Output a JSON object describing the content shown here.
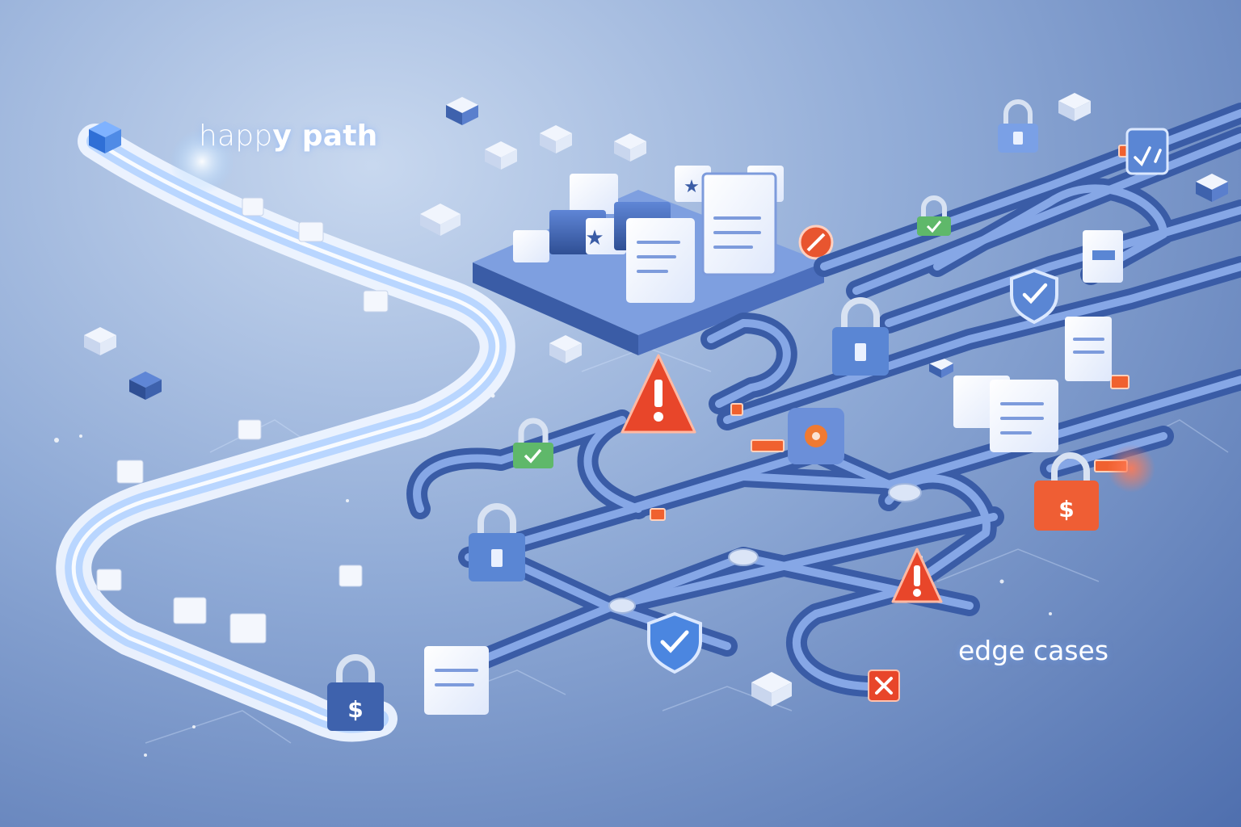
{
  "labels": {
    "happy_light": "happ",
    "happy_bold": "y path",
    "edge": "edge cases"
  },
  "colors": {
    "background_top": "#c8d8ef",
    "background_bottom": "#4f6fae",
    "track_blue": "#4a6fb8",
    "track_light": "#eef4ff",
    "happy_glow": "#9fd0ff",
    "lock_green": "#5fb86a",
    "lock_blue": "#5a86d4",
    "lock_orange": "#ef5e34",
    "warning_red": "#e8462a",
    "card_white": "#f3f7ff"
  },
  "icons": {
    "lock": "padlock-icon",
    "warning": "warning-triangle-icon",
    "shield": "shield-check-icon",
    "error": "error-x-icon",
    "gear": "gear-icon",
    "document": "document-icon"
  }
}
